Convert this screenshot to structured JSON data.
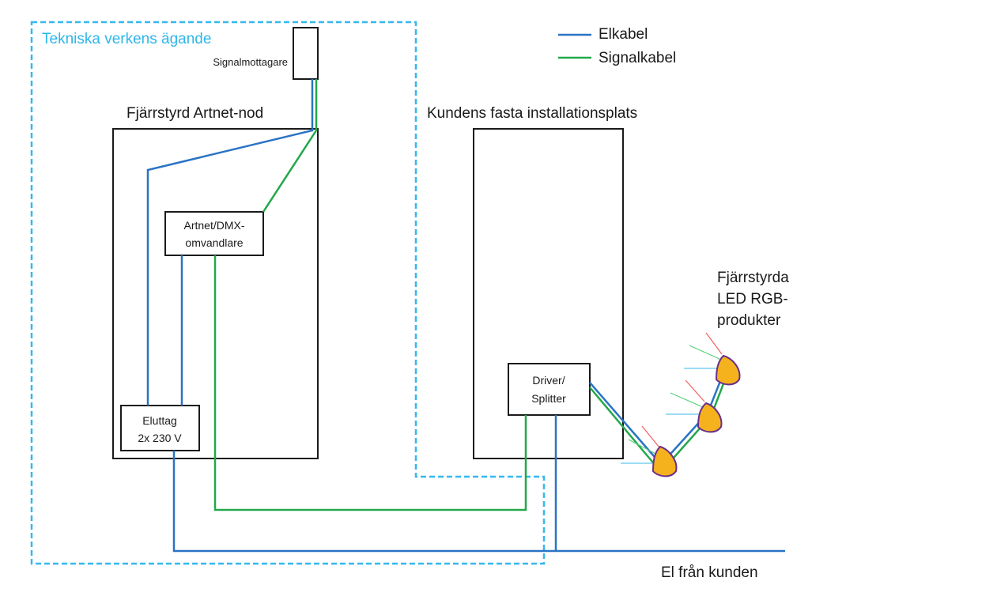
{
  "legend": {
    "power_label": "Elkabel",
    "signal_label": "Signalkabel"
  },
  "labels": {
    "ownership": "Tekniska verkens ägande",
    "signal_receiver": "Signalmottagare",
    "artnet_node": "Fjärrstyrd Artnet-nod",
    "converter_line1": "Artnet/DMX-",
    "converter_line2": "omvandlare",
    "outlet_line1": "Eluttag",
    "outlet_line2": "2x 230 V",
    "customer_site": "Kundens fasta installationsplats",
    "driver_line1": "Driver/",
    "driver_line2": "Splitter",
    "led_line1": "Fjärrstyrda",
    "led_line2": "LED RGB-",
    "led_line3": "produkter",
    "power_from_customer": "El från kunden"
  },
  "colors": {
    "power_cable": "#2a73c5",
    "signal_cable": "#23a84a",
    "ownership_border": "#35b8ef",
    "led_fill": "#f5b21c",
    "led_stroke": "#6a2f8c",
    "ray_red": "#f06060",
    "ray_green": "#5cd07a",
    "ray_blue": "#60c8f0"
  }
}
